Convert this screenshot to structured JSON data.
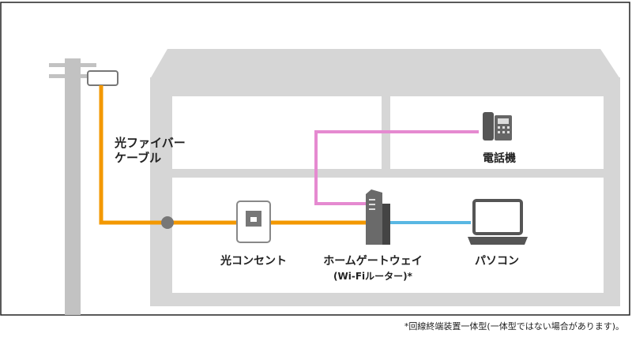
{
  "labels": {
    "fiber_cable_line1": "光ファイバー",
    "fiber_cable_line2": "ケーブル",
    "telephone": "電話機",
    "optical_outlet": "光コンセント",
    "home_gateway": "ホームゲートウェイ",
    "home_gateway_sub": "(Wi-Fiルーター)*",
    "pc": "パソコン",
    "footnote": "*回線終端装置一体型(一体型ではない場合があります)。"
  },
  "colors": {
    "fiber": "#f39800",
    "phone_line": "#e58ad0",
    "lan": "#59b7e3",
    "building": "#d3d3d3",
    "pole": "#c2c2c2",
    "room": "#ffffff",
    "device": "#555555",
    "text": "#222222"
  },
  "icons": [
    "utility-pole",
    "fiber-splitter-box",
    "wall-junction",
    "optical-outlet-icon",
    "home-gateway-icon",
    "desk-phone-icon",
    "laptop-icon"
  ]
}
